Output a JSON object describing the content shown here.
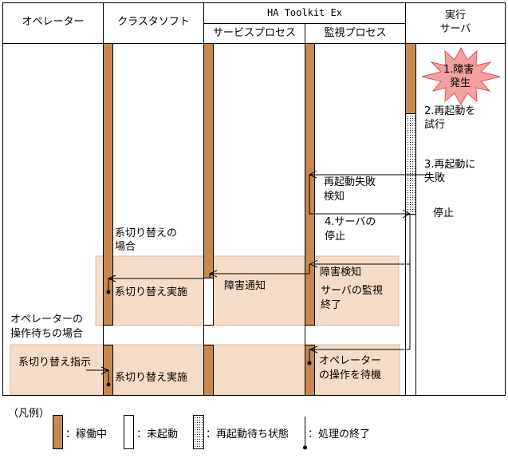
{
  "header": {
    "operator": "オペレーター",
    "cluster_soft": "クラスタソフト",
    "ha_toolkit": "HA Toolkit Ex",
    "service_process": "サービスプロセス",
    "monitor_process": "監視プロセス",
    "exec_server_line1": "実行",
    "exec_server_line2": "サーバ"
  },
  "events": {
    "failure_line1": "1.障害",
    "failure_line2": "発生",
    "restart_try_line1": "2.再起動を",
    "restart_try_line2": "試行",
    "restart_fail_line1": "3.再起動に",
    "restart_fail_line2": "失敗",
    "stop": "停止",
    "restart_fail_detect_line1": "再起動失敗",
    "restart_fail_detect_line2": "検知",
    "server_stop_line1": "4.サーバの",
    "server_stop_line2": "停止",
    "failover_case_line1": "系切り替えの",
    "failover_case_line2": "場合",
    "failure_detect": "障害検知",
    "failure_notify": "障害通知",
    "failover_exec_1": "系切り替え実施",
    "monitor_end_line1": "サーバの監視",
    "monitor_end_line2": "終了",
    "operator_wait_case_line1": "オペレーターの",
    "operator_wait_case_line2": "操作待ちの場合",
    "failover_instruct": "系切り替え指示",
    "failover_exec_2": "系切り替え実施",
    "wait_operator_line1": "オペレーター",
    "wait_operator_line2": "の操作を待機"
  },
  "legend": {
    "title": "（凡例）",
    "running": "：稼働中",
    "not_started": "：未起動",
    "restart_waiting": "：再起動待ち状態",
    "process_end": "：処理の終了"
  },
  "colors": {
    "running_bar": "#C68850",
    "highlight_band": "#F5DCC8",
    "highlight_border": "#E0B890",
    "burst_fill": "#F4A0A0",
    "burst_stroke": "#E05050"
  }
}
